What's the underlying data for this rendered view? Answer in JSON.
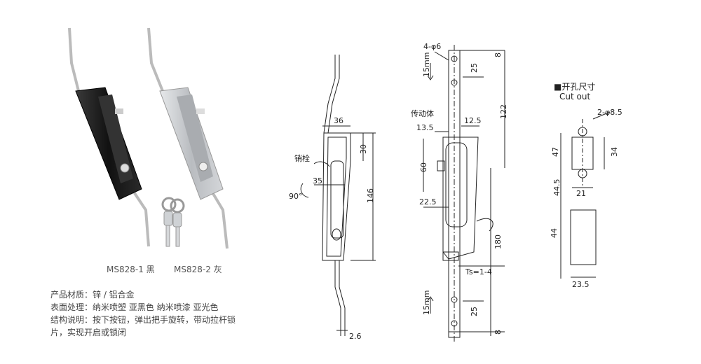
{
  "products": {
    "black_label": "MS828-1 黑",
    "gray_label": "MS828-2 灰"
  },
  "specs": [
    "产品材质：锌 / 铝合金",
    "表面处理：纳米喷塑 亚黑色 纳米喷漆 亚光色",
    "结构说明：按下按钮，弹出把手旋转，带动拉杆锁",
    "片，实现开启或锁闭"
  ],
  "side_view": {
    "dim_width": "36",
    "dim_30": "30",
    "dim_35": "35",
    "dim_146": "146",
    "dim_2_6": "2.6",
    "label_pin": "销栓",
    "label_90": "90°"
  },
  "front_view": {
    "hole_spec": "4-φ6",
    "dim_8_top": "8",
    "dim_25_top": "25",
    "dim_122": "122",
    "stroke_top": "15mm",
    "label_body": "传动体",
    "dim_13_5": "13.5",
    "dim_12_5": "12.5",
    "dim_60": "60",
    "dim_22_5": "22.5",
    "dim_180": "180",
    "label_ts": "Ts=1-4",
    "stroke_bottom": "15mm",
    "dim_25_bottom": "25",
    "dim_8_bottom": "8"
  },
  "cutout": {
    "title_cn": "■开孔尺寸",
    "title_en": "Cut out",
    "hole_spec": "2-φ8.5",
    "dim_47": "47",
    "dim_34": "34",
    "dim_21": "21",
    "dim_44_5": "44.5",
    "dim_44": "44",
    "dim_23_5": "23.5"
  },
  "colors": {
    "black_handle": "#1a1a1a",
    "gray_handle": "#c9ccd0",
    "line": "#222222"
  }
}
